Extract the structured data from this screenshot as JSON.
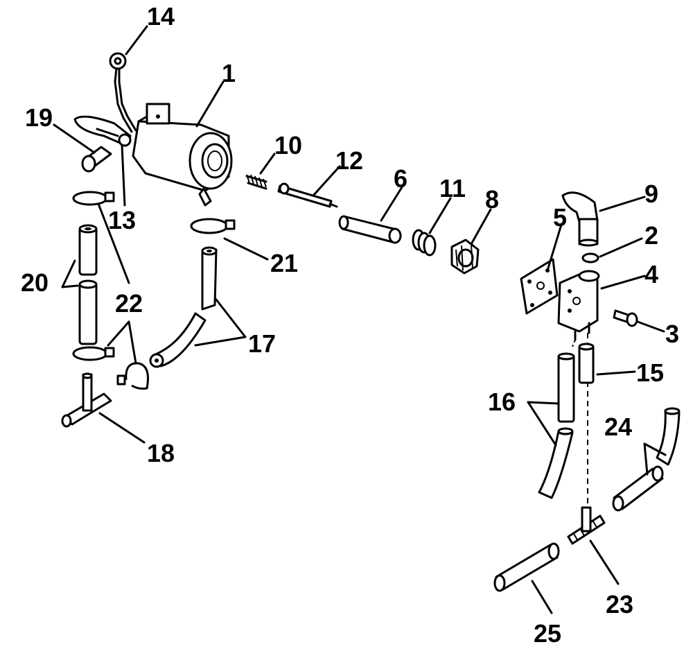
{
  "diagram": {
    "labels": {
      "l1": "1",
      "l2": "2",
      "l3": "3",
      "l4": "4",
      "l5": "5",
      "l6": "6",
      "l8": "8",
      "l9": "9",
      "l10": "10",
      "l11": "11",
      "l12": "12",
      "l13": "13",
      "l14": "14",
      "l15": "15",
      "l16": "16",
      "l17": "17",
      "l18": "18",
      "l19": "19",
      "l20": "20",
      "l21": "21",
      "l22": "22",
      "l23": "23",
      "l24": "24",
      "l25": "25"
    }
  }
}
